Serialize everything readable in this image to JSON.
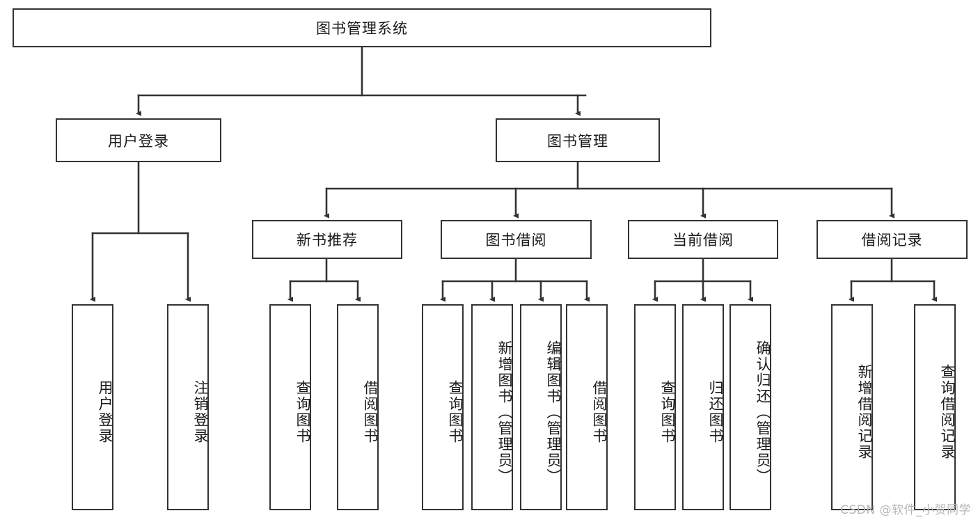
{
  "diagram": {
    "title_node": {
      "label": "图书管理系统"
    },
    "level1": [
      {
        "label": "用户登录"
      },
      {
        "label": "图书管理"
      }
    ],
    "level2": [
      {
        "label": "新书推荐"
      },
      {
        "label": "图书借阅"
      },
      {
        "label": "当前借阅"
      },
      {
        "label": "借阅记录"
      }
    ],
    "leaves": [
      {
        "label": "用户登录"
      },
      {
        "label": "注销登录"
      },
      {
        "label": "查询图书"
      },
      {
        "label": "借阅图书"
      },
      {
        "label": "查询图书"
      },
      {
        "label": "新增图书（管理员）"
      },
      {
        "label": "编辑图书（管理员）"
      },
      {
        "label": "借阅图书"
      },
      {
        "label": "查询图书"
      },
      {
        "label": "归还图书"
      },
      {
        "label": "确认归还（管理员）"
      },
      {
        "label": "新增借阅记录"
      },
      {
        "label": "查询借阅记录"
      }
    ],
    "watermark": "CSDN @软件_小贺同学",
    "colors": {
      "stroke": "#333333",
      "fill": "#ffffff",
      "text": "#1a1a1a",
      "watermark": "#b6b6b6"
    }
  }
}
